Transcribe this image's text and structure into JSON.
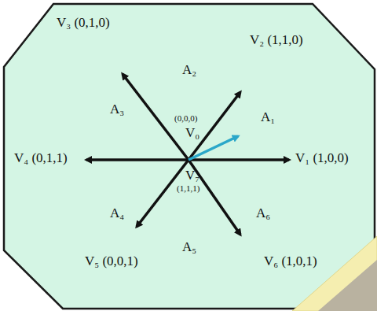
{
  "diagram": {
    "labels": [
      "V₃ (0,1,0)",
      "A₂",
      "V₂ (1,1,0)",
      "A₃",
      "(0,0,0)",
      "V₀",
      "A₁",
      "V₄ (0,1,1)",
      "V₁ (1,0,0)",
      "V₇",
      "(1,1,1)",
      "A₄",
      "A₆",
      "A₅",
      "V₅ (0,0,1)",
      "V₆ (1,0,1)"
    ]
  }
}
